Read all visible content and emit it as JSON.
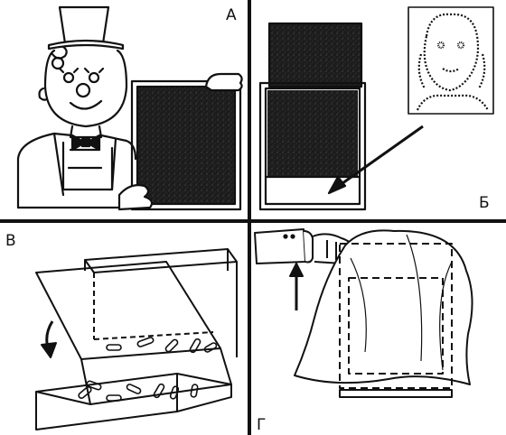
{
  "panels": {
    "a": {
      "label": "А"
    },
    "b": {
      "label": "Б"
    },
    "v": {
      "label": "В"
    },
    "g": {
      "label": "Г"
    }
  },
  "colors": {
    "ink": "#111111",
    "paper": "#ffffff",
    "dark_fill": "#1e1e1e"
  },
  "icons": [
    "top-hat-icon",
    "bow-tie-icon",
    "arrow-icon",
    "paperclip-icon",
    "cloth-icon",
    "portrait-icon"
  ]
}
